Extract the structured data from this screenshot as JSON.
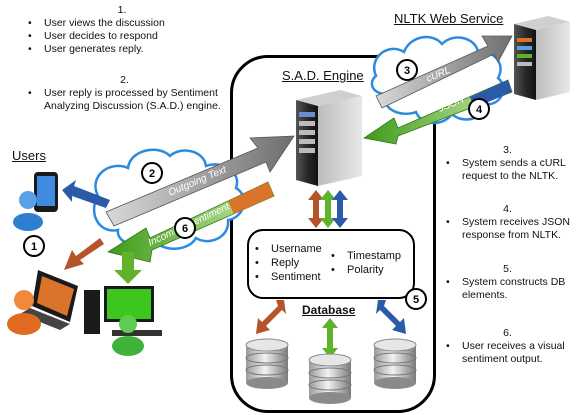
{
  "steps": [
    {
      "number": "1.",
      "bullets": [
        "User views the discussion",
        "User decides to respond",
        "User generates reply."
      ]
    },
    {
      "number": "2.",
      "bullets": [
        "User reply is processed  by Sentiment Analyzing Discussion (S.A.D.) engine."
      ]
    },
    {
      "number": "3.",
      "bullets": [
        "System sends a cURL request to the NLTK."
      ]
    },
    {
      "number": "4.",
      "bullets": [
        "System receives JSON response from NLTK."
      ]
    },
    {
      "number": "5.",
      "bullets": [
        "System constructs DB elements."
      ]
    },
    {
      "number": "6.",
      "bullets": [
        "User receives a visual sentiment output."
      ]
    }
  ],
  "headings": {
    "users": "Users",
    "engine": "S.A.D. Engine",
    "nltk": "NLTK Web Service"
  },
  "fields": {
    "left": [
      "Username",
      "Reply",
      "Sentiment"
    ],
    "right": [
      "Timestamp",
      "Polarity"
    ]
  },
  "database_label": "Database",
  "arrows": {
    "outgoing": "Outgoing Text",
    "incoming": "Incoming Sentiment",
    "curl": "cURL",
    "json": "JSON"
  },
  "badges": [
    "1",
    "2",
    "3",
    "4",
    "5",
    "6"
  ],
  "colors": {
    "cloud_fill": "#ffffff",
    "cloud_stroke": "#2b8be0",
    "arrow_gray": "#7f7f7f",
    "arrow_green": "#5fb32a",
    "arrow_blue": "#2a5aa8",
    "arrow_brown": "#b5532a",
    "arrow_orange": "#d9742a",
    "server_dark": "#333333",
    "monitor_green": "#3cc61e",
    "user_blue": "#2f7fd1",
    "user_orange": "#e06a1f",
    "user_green": "#3fb23a"
  },
  "icons": [
    "server-icon",
    "nltk-server-icon",
    "database-icon",
    "user-blue-icon",
    "user-orange-icon",
    "user-green-icon",
    "phone-icon",
    "laptop-icon",
    "desktop-icon",
    "cloud-icon"
  ]
}
